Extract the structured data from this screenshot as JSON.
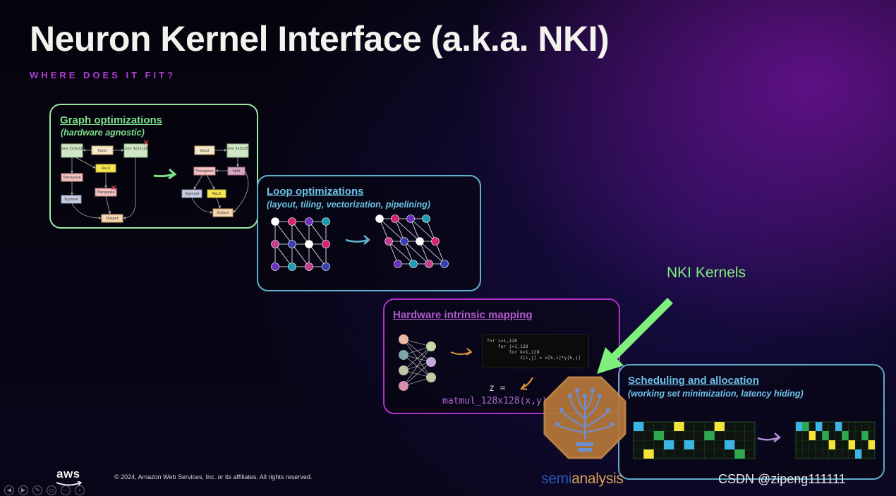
{
  "title": "Neuron Kernel Interface (a.k.a. NKI)",
  "subtitle": "WHERE DOES IT FIT?",
  "panels": {
    "graph": {
      "title": "Graph optimizations",
      "subtitle": "(hardware agnostic)",
      "nodes_before": [
        "Conv\n3x3x128",
        "Input",
        "Conv\n3x3x128",
        "ReLU",
        "Transpose",
        "Transpose",
        "Sigmoid",
        "Output"
      ],
      "nodes_after": [
        "Input",
        "Conv\n3x3x256",
        "Transpose",
        "Split",
        "Sigmoid",
        "ReLU",
        "Output"
      ]
    },
    "loop": {
      "title": "Loop optimizations",
      "subtitle": "(layout, tiling, vectorization, pipelining)"
    },
    "hw": {
      "title": "Hardware intrinsic mapping",
      "code_lines": [
        "for i=1,128",
        "    for j=1,128",
        "        for k=1,128",
        "            z[i,j] = x[k,i]*y[k,j]"
      ],
      "z_text": "z =",
      "matmul_text": "matmul_128x128(x,y)"
    },
    "sched": {
      "title": "Scheduling and allocation",
      "subtitle": "(working set minimization, latency hiding)"
    }
  },
  "callout": {
    "label": "NKI Kernels",
    "color": "#7ff07c"
  },
  "footer": {
    "aws": "aws",
    "copyright": "© 2024, Amazon Web Services, Inc. or its affiliates. All rights reserved.",
    "watermark": "CSDN @zipeng111111",
    "semianalysis_a": "semi",
    "semianalysis_b": "analysis"
  },
  "colors": {
    "graph": "#9be99f",
    "loop": "#5fb3cf",
    "hw": "#b12fcb",
    "sched": "#5fa9c4",
    "subtitle": "#b13bd6"
  }
}
